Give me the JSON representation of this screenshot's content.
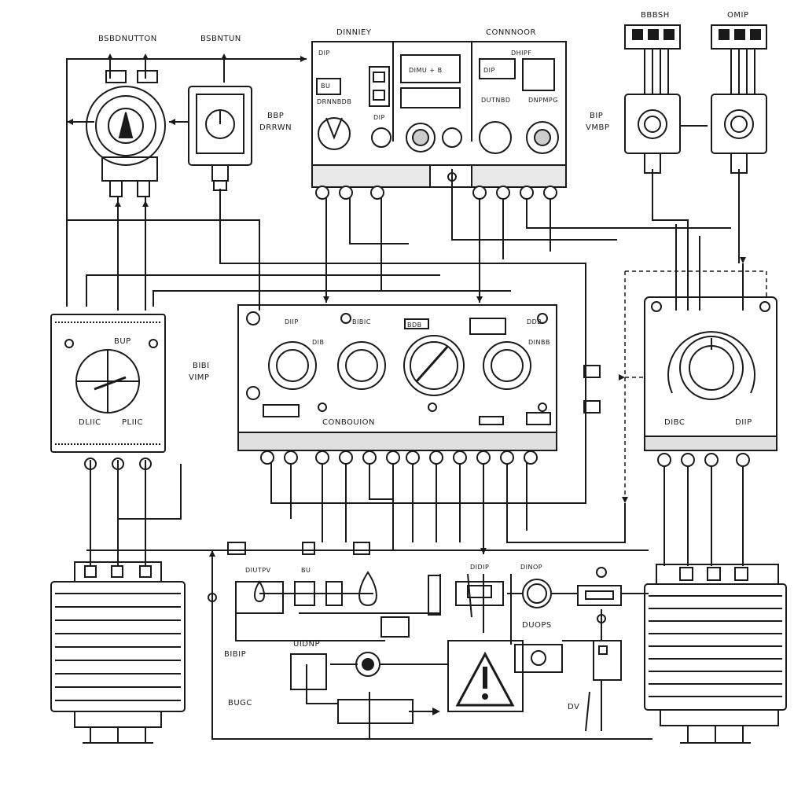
{
  "labels": {
    "top_left_a": "BSBDNUTTON",
    "top_left_b": "BSBNTUN",
    "top_center": "DINNIEY",
    "top_center_right": "CONNNOOR",
    "top_right_a": "BBBSH",
    "top_right_b": "OMIP",
    "side_dbp": "BBP",
    "side_drw": "DRRWN",
    "right_bip": "BIP",
    "right_vmbp": "VMBP",
    "ctl_lbl_1": "DIP",
    "ctl_lbl_2": "DIMU + B",
    "ctl_lbl_3": "BU",
    "ctl_lbl_4": "DRNNBDB",
    "ctl_lbl_5": "DIP",
    "ctl_lbl_6": "DIP",
    "ctl_lbl_7": "DHIPF",
    "ctl_lbl_8": "DUTNBD",
    "ctl_lbl_9": "DNPMPG",
    "panel_left_top": "BUP",
    "panel_left_bl": "DLIIC",
    "panel_left_br": "PLIIC",
    "mid_left_a": "BIBI",
    "mid_left_b": "VIMP",
    "main_l1": "DIIP",
    "main_l2": "BIBIC",
    "main_l3": "BDB",
    "main_l4": "DDB",
    "main_l5": "DIB",
    "main_l6": "DINBB",
    "main_caption": "CONBOUION",
    "right_panel_bl": "DIBC",
    "right_panel_br": "DIIP",
    "bot_lbl_1": "DIUTPV",
    "bot_lbl_2": "BU",
    "bot_lbl_3": "DIDIP",
    "bot_lbl_4": "DINOP",
    "bot_lbl_5": "UIDNP",
    "bot_lbl_6": "DUOPS",
    "bot_lbl_7": "BIBIP",
    "bot_lbl_8": "BUGC",
    "bot_lbl_9": "DV"
  }
}
